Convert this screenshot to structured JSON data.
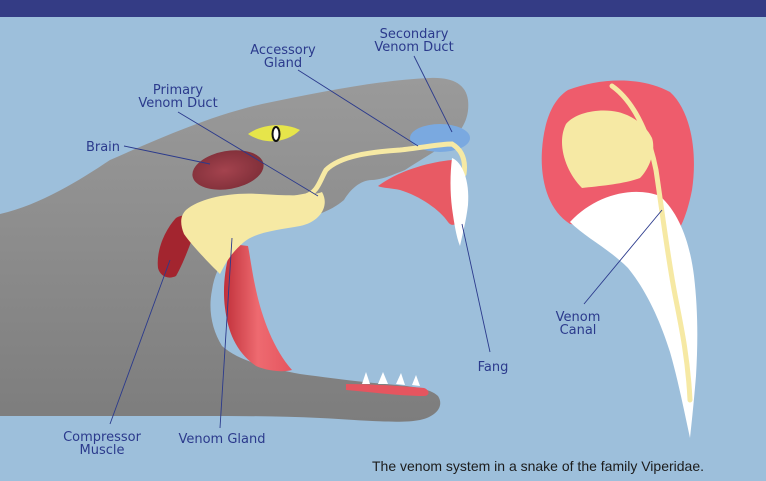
{
  "labels": {
    "secondary_venom_duct": "Secondary\nVenom Duct",
    "accessory_gland": "Accessory\nGland",
    "primary_venom_duct": "Primary\nVenom Duct",
    "brain": "Brain",
    "compressor_muscle": "Compressor\nMuscle",
    "venom_gland": "Venom Gland",
    "fang": "Fang",
    "venom_canal": "Venom\nCanal"
  },
  "caption": "The venom system in a snake of the family Viperidae.",
  "colors": {
    "background": "#9dbfdb",
    "top_bar": "#343c85",
    "snake_body": "#8f8f8f",
    "venom_gland": "#f6e9a4",
    "muscle": "#e5555f",
    "accessory_gland": "#7aa9e0",
    "brain": "#9a3f4a",
    "fang": "#ffffff",
    "eye": "#e6e54a",
    "label_text": "#2b3a8c"
  }
}
